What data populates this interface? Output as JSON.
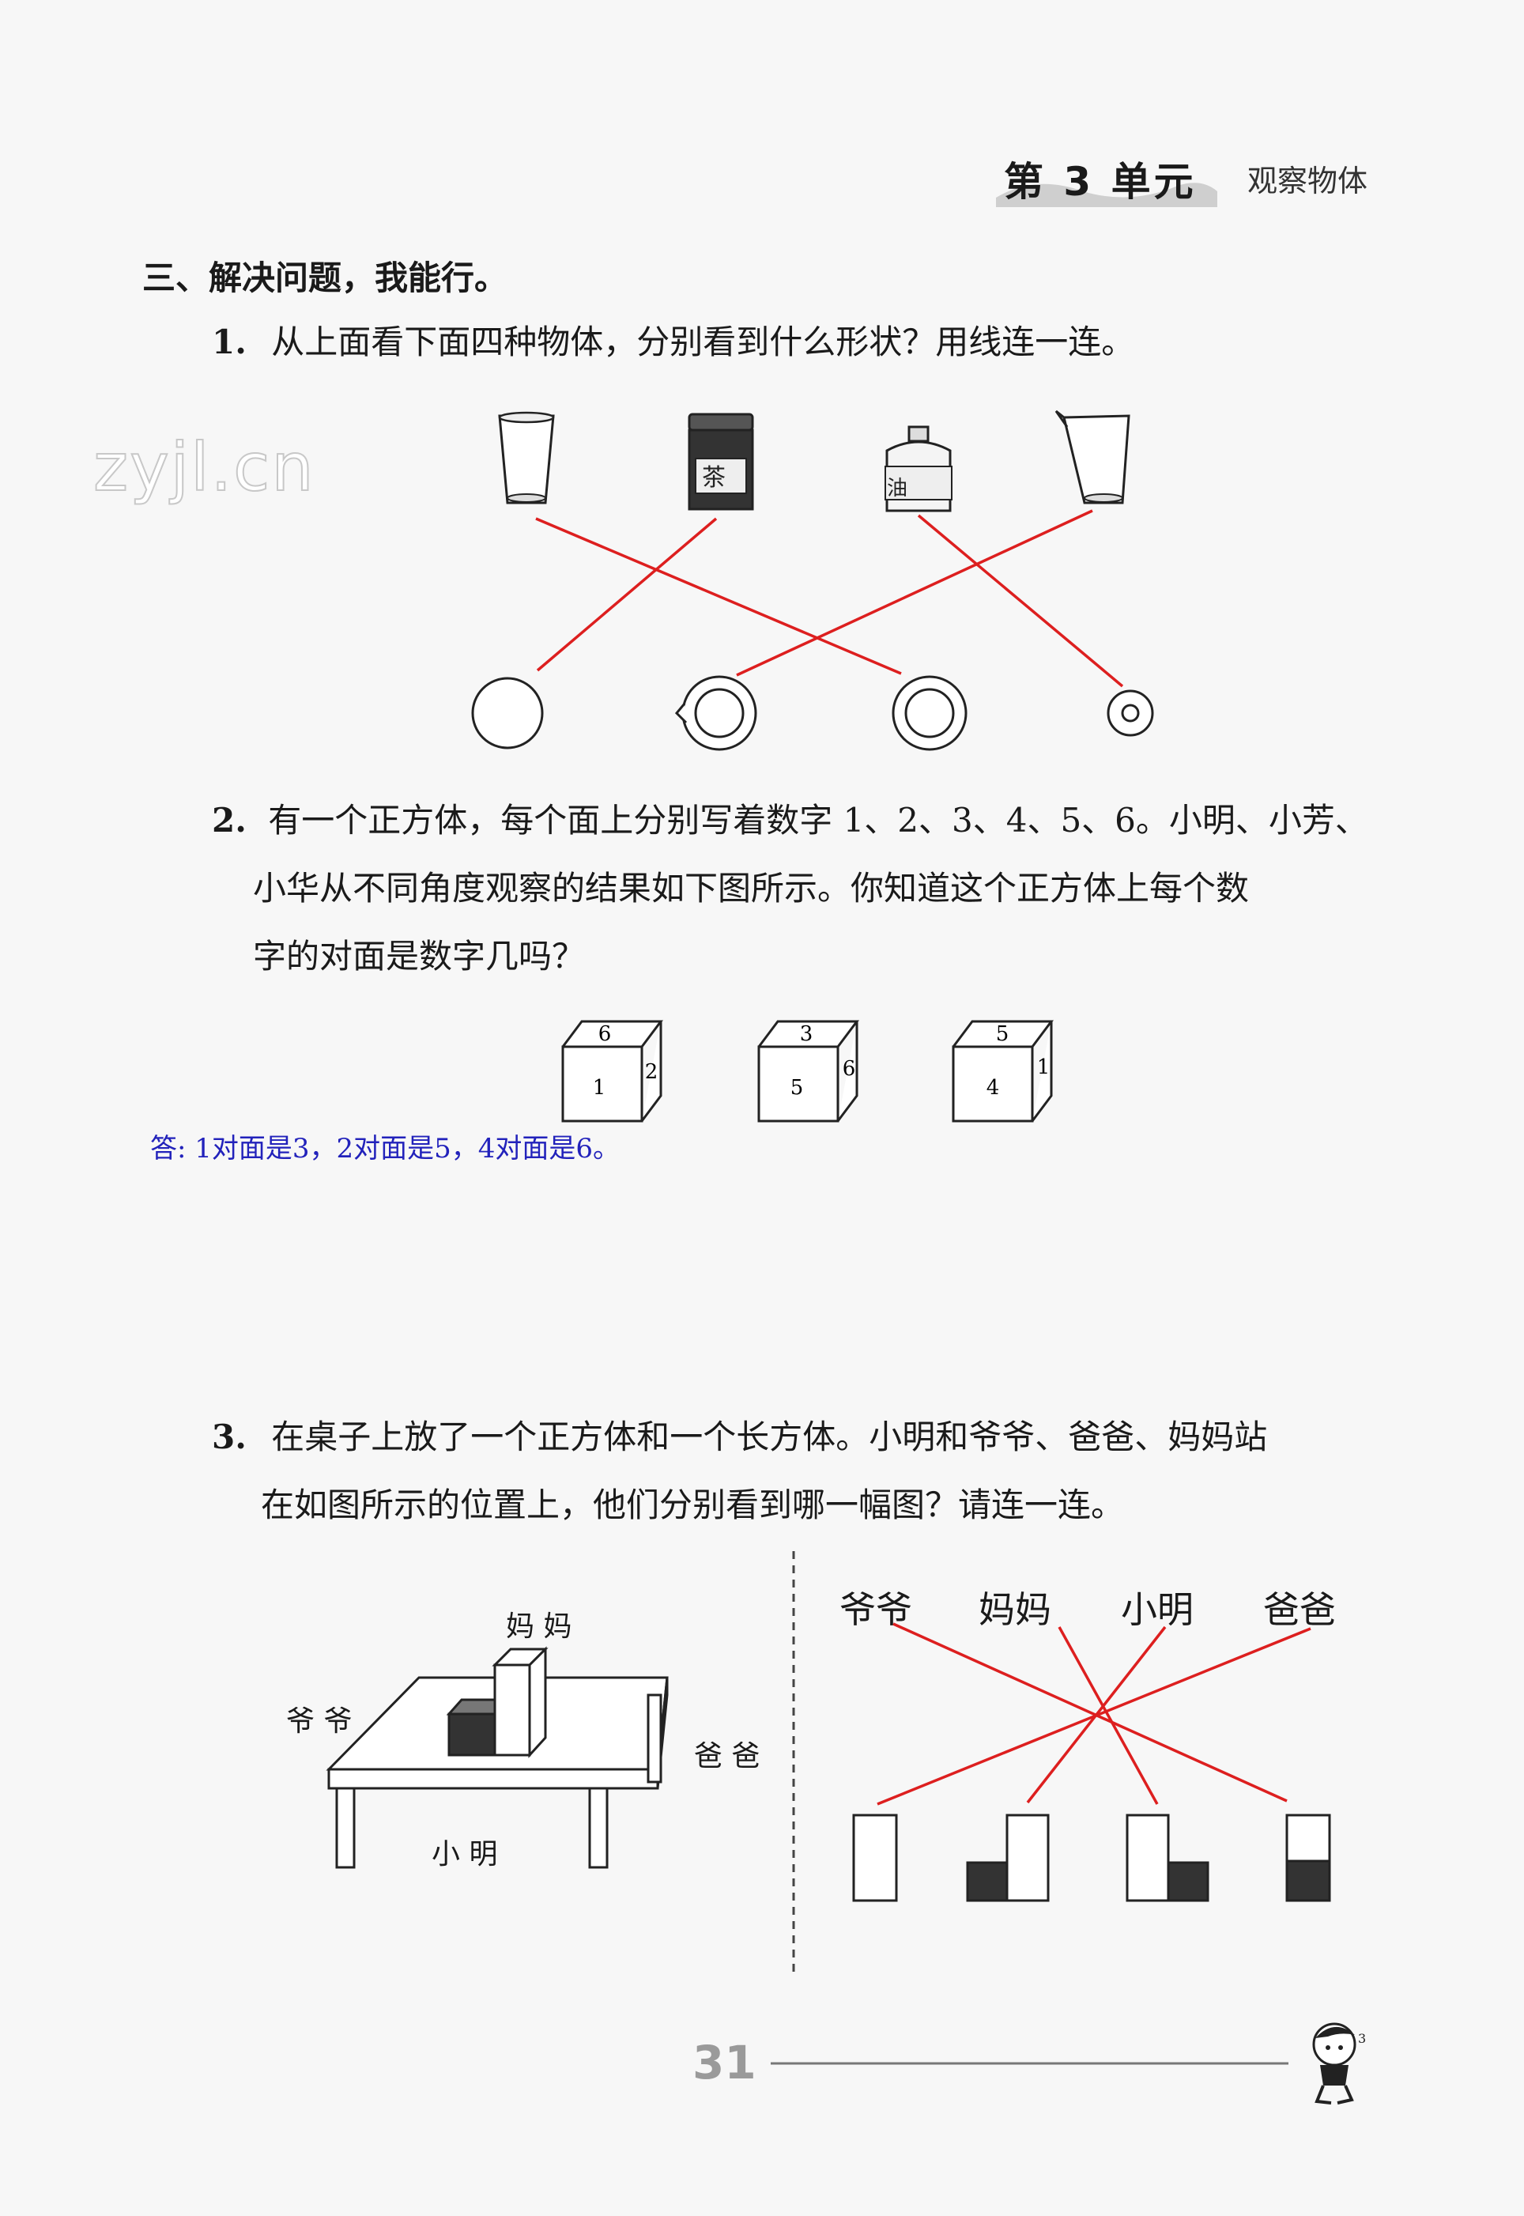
{
  "header": {
    "unit": "第 3 单元",
    "subtitle": "观察物体"
  },
  "watermark": "zyjl.cn",
  "section_title": "三、解决问题，我能行。",
  "q1": {
    "number": "1.",
    "text": "从上面看下面四种物体，分别看到什么形状？用线连一连。",
    "object_labels": [
      "茶",
      "油"
    ]
  },
  "q2": {
    "number": "2.",
    "lines": [
      "有一个正方体，每个面上分别写着数字 1、2、3、4、5、6。小明、小芳、",
      "小华从不同角度观察的结果如下图所示。你知道这个正方体上每个数",
      "字的对面是数字几吗？"
    ],
    "cubes": [
      {
        "top": "6",
        "front": "1",
        "side": "2"
      },
      {
        "top": "3",
        "front": "5",
        "side": "6"
      },
      {
        "top": "5",
        "front": "4",
        "side": "1"
      }
    ],
    "answer": "答: 1对面是3，2对面是5，4对面是6。"
  },
  "q3": {
    "number": "3.",
    "lines": [
      "在桌子上放了一个正方体和一个长方体。小明和爷爷、爸爸、妈妈站",
      "在如图所示的位置上，他们分别看到哪一幅图？请连一连。"
    ],
    "table_labels": {
      "mom": "妈 妈",
      "grandpa": "爷 爷",
      "dad": "爸 爸",
      "xiaoming": "小 明"
    },
    "view_labels": [
      "爷爷",
      "妈妈",
      "小明",
      "爸爸"
    ]
  },
  "footer": {
    "page": "31"
  },
  "colors": {
    "answer_line": "#dd1f1f",
    "answer_text": "#2222bb"
  }
}
